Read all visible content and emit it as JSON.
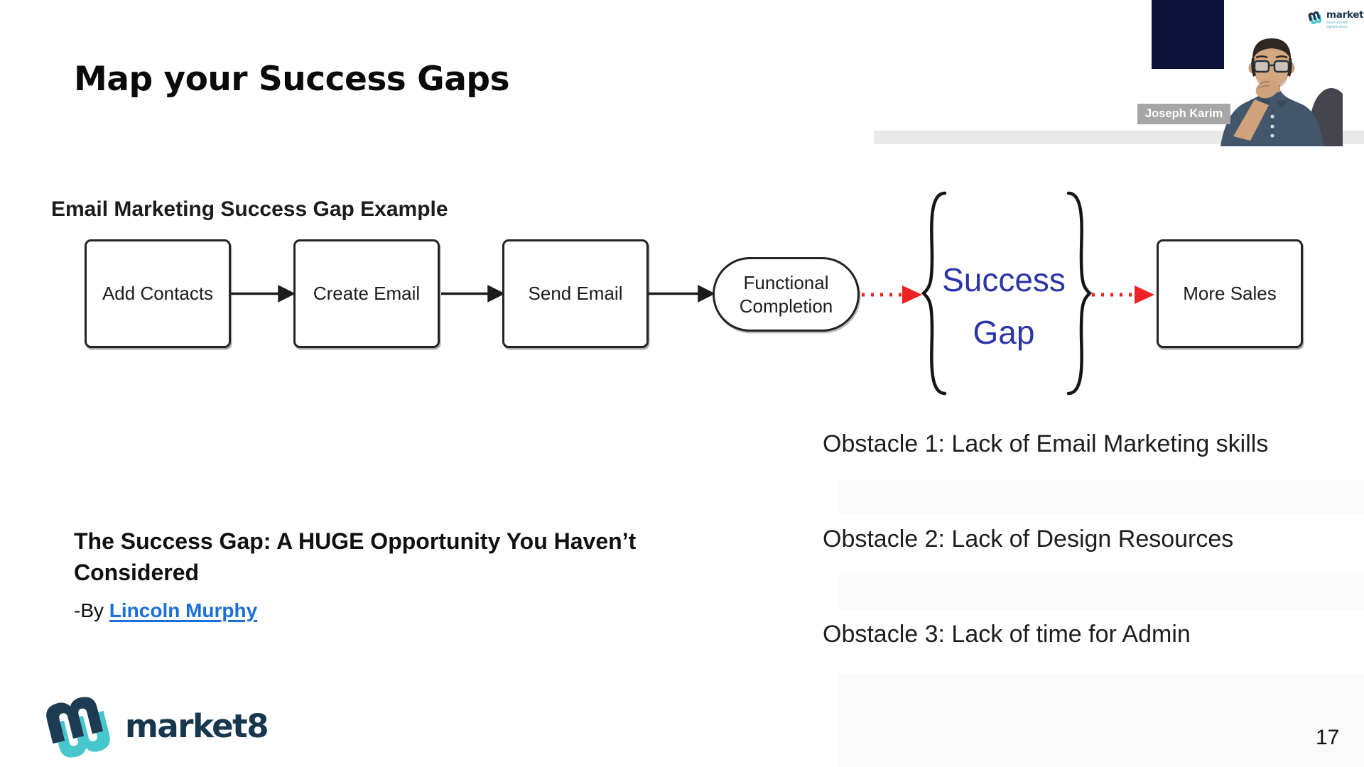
{
  "slide": {
    "title": "Map your Success Gaps",
    "page_number": "17"
  },
  "diagram": {
    "heading": "Email Marketing Success Gap Example",
    "nodes": [
      {
        "id": "add-contacts",
        "label": "Add Contacts",
        "shape": "rectangle"
      },
      {
        "id": "create-email",
        "label": "Create Email",
        "shape": "rectangle"
      },
      {
        "id": "send-email",
        "label": "Send Email",
        "shape": "rectangle"
      },
      {
        "id": "functional-completion",
        "label": "Functional Completion",
        "shape": "stadium"
      },
      {
        "id": "success-gap",
        "label": "Success Gap",
        "shape": "braced-text",
        "text_color": "#2b35a8"
      },
      {
        "id": "more-sales",
        "label": "More Sales",
        "shape": "rectangle"
      }
    ],
    "connectors": [
      {
        "from": "add-contacts",
        "to": "create-email",
        "style": "solid-black-arrow"
      },
      {
        "from": "create-email",
        "to": "send-email",
        "style": "solid-black-arrow"
      },
      {
        "from": "send-email",
        "to": "functional-completion",
        "style": "solid-black-arrow"
      },
      {
        "from": "functional-completion",
        "to": "success-gap",
        "style": "red-dotted-arrow"
      },
      {
        "from": "success-gap",
        "to": "more-sales",
        "style": "red-dotted-arrow"
      }
    ]
  },
  "article": {
    "title": "The Success Gap: A HUGE Opportunity You Haven’t Considered",
    "byline_prefix": "-By ",
    "byline_link": "Lincoln Murphy"
  },
  "obstacles": [
    {
      "text": "Obstacle 1: Lack of Email Marketing skills"
    },
    {
      "text": "Obstacle 2: Lack of Design Resources"
    },
    {
      "text": "Obstacle 3: Lack of time for Admin"
    }
  ],
  "footer": {
    "brand": "market8"
  },
  "webcam": {
    "name": "Joseph Karim",
    "brand": "market8",
    "brand_tagline": "SaaS Growth Optimization"
  },
  "colors": {
    "brand_navy": "#16374e",
    "brand_teal": "#47c6cb",
    "success_gap_blue": "#2b35a8",
    "arrow_red": "#ee2222",
    "link_blue": "#1b6fd8",
    "webcam_rect_navy": "#0e1138",
    "name_tag_gray": "#a6a6a6"
  }
}
